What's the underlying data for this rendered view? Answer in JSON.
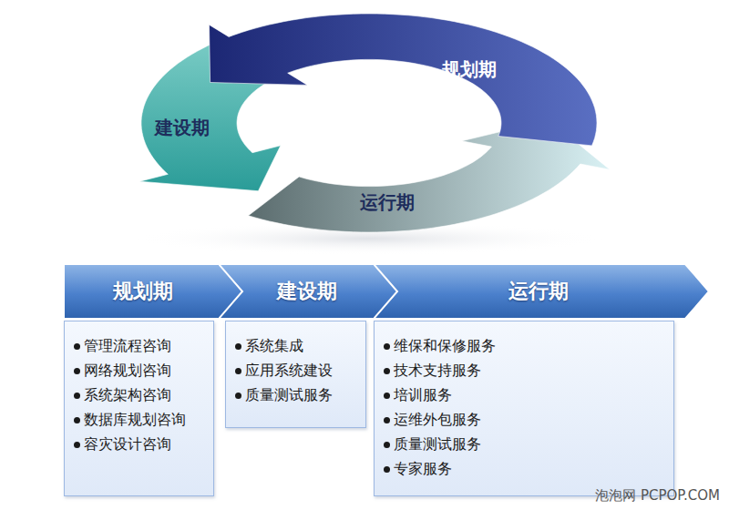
{
  "diagram": {
    "nodes": [
      {
        "text": [
          "规划期"
        ]
      },
      {
        "text": [
          "建设期"
        ]
      },
      {
        "text": [
          "运行期"
        ]
      },
      {
        "text": [
          "规划期"
        ]
      },
      {
        "text": [
          "建设期"
        ]
      },
      {
        "text": [
          "运行期"
        ]
      },
      {
        "text": [
          "管理流程咨询",
          "网络规划咨询",
          "系统架构咨询",
          "数据库规划咨询",
          "容灾设计咨询"
        ]
      },
      {
        "text": [
          "系统集成",
          "应用系统建设",
          "质量测试服务"
        ]
      },
      {
        "text": [
          "维保和保修服务",
          "技术支持服务",
          "培训服务",
          "运维外包服务",
          "质量测试服务",
          "专家服务"
        ]
      }
    ],
    "labels": [
      "泡泡网 PCPOP.COM"
    ]
  }
}
